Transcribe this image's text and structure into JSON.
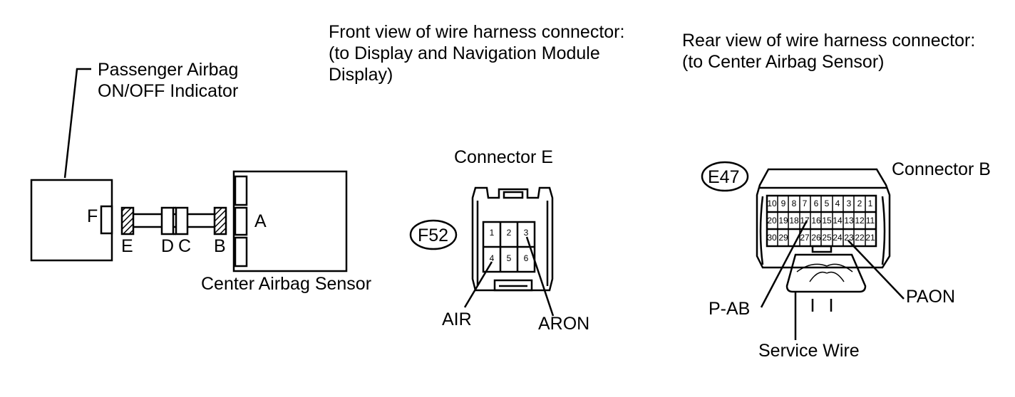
{
  "left_diagram": {
    "indicator_label": "Passenger Airbag\nON/OFF Indicator",
    "connector_F": "F",
    "connector_E": "E",
    "connector_D": "D",
    "connector_C": "C",
    "connector_B": "B",
    "connector_A": "A",
    "sensor_label": "Center Airbag Sensor"
  },
  "front_view": {
    "title": "Front view of wire harness connector:\n(to Display and Navigation Module\nDisplay)",
    "connector_name": "Connector E",
    "code": "F52",
    "pins": [
      "1",
      "2",
      "3",
      "4",
      "5",
      "6"
    ],
    "pin_air": "AIR",
    "pin_aron": "ARON"
  },
  "rear_view": {
    "title": "Rear view of wire harness connector:\n(to Center Airbag Sensor)",
    "connector_name": "Connector B",
    "code": "E47",
    "pins_row1": [
      "10",
      "9",
      "8",
      "7",
      "6",
      "5",
      "4",
      "3",
      "2",
      "1"
    ],
    "pins_row2": [
      "20",
      "19",
      "18",
      "17",
      "16",
      "15",
      "14",
      "13",
      "12",
      "11"
    ],
    "pins_row3": [
      "30",
      "29",
      "",
      "27",
      "26",
      "25",
      "24",
      "23",
      "22",
      "21"
    ],
    "pin_pab": "P-AB",
    "pin_paon": "PAON",
    "service_wire": "Service Wire"
  }
}
